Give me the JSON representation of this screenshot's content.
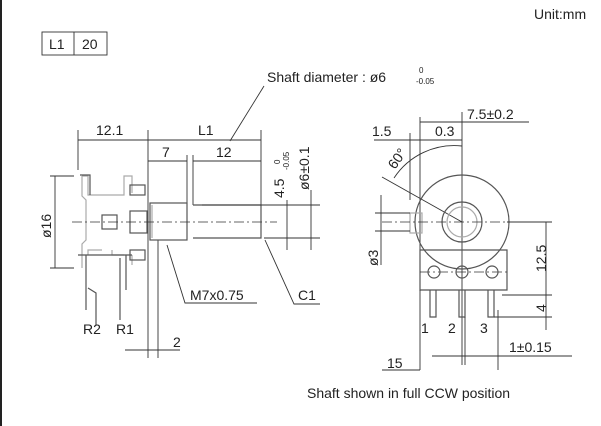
{
  "unit_label": "Unit:mm",
  "spec_table": {
    "header": "L1",
    "value": "20"
  },
  "shaft_diameter_note": {
    "label": "Shaft diameter : ø6",
    "tol_upper": "0",
    "tol_lower": "-0.05"
  },
  "side_view": {
    "dim_body": "12.1",
    "dim_l1": "L1",
    "dim_7": "7",
    "dim_12": "12",
    "dim_flat": "4.5",
    "dim_flat_tol_upper": "0",
    "dim_flat_tol_lower": "-0.05",
    "dim_shaft": "ø6±0.1",
    "dim_dia": "ø16",
    "thread": "M7x0.75",
    "chamfer": "C1",
    "pin_r2": "R2",
    "pin_r1": "R1",
    "dim_2": "2"
  },
  "front_view": {
    "dim_1_5": "1.5",
    "dim_0_3": "0.3",
    "dim_7_5": "7.5±0.2",
    "angle": "60°",
    "dim_3": "ø3",
    "dim_12_5": "12.5",
    "dim_4": "4",
    "dim_1": "1±0.15",
    "dim_15": "15",
    "pins": [
      "1",
      "2",
      "3"
    ]
  },
  "caption": "Shaft shown in full CCW position"
}
